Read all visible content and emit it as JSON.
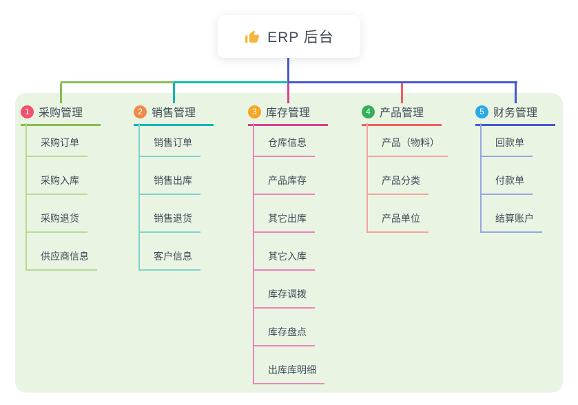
{
  "root": {
    "title": "ERP 后台",
    "icon": "thumbs-up-icon",
    "icon_color": "#f4b63f",
    "stem_color": "#4459d0"
  },
  "colors": {
    "canvas_bg": "#ffffff",
    "panel_bg": "#e9f4e3",
    "text": "#3f4b57"
  },
  "branches": [
    {
      "number": "1",
      "label": "采购管理",
      "badge_color": "#f2506e",
      "line_color": "#85bd4f",
      "child_line_color": "#b7db94",
      "children": [
        "采购订单",
        "采购入库",
        "采购退货",
        "供应商信息"
      ]
    },
    {
      "number": "2",
      "label": "销售管理",
      "badge_color": "#ef8b49",
      "line_color": "#12b7b2",
      "child_line_color": "#7fd3cb",
      "children": [
        "销售订单",
        "销售出库",
        "销售退货",
        "客户信息"
      ]
    },
    {
      "number": "3",
      "label": "库存管理",
      "badge_color": "#f5a623",
      "line_color": "#d6418f",
      "child_line_color": "#f083bb",
      "children": [
        "仓库信息",
        "产品库存",
        "其它出库",
        "其它入库",
        "库存调拨",
        "库存盘点",
        "出库库明细"
      ]
    },
    {
      "number": "4",
      "label": "产品管理",
      "badge_color": "#34b158",
      "line_color": "#f15f5f",
      "child_line_color": "#f6a3a0",
      "children": [
        "产品（物料）",
        "产品分类",
        "产品单位"
      ]
    },
    {
      "number": "5",
      "label": "财务管理",
      "badge_color": "#2ba8e8",
      "line_color": "#4459d0",
      "child_line_color": "#94a8e0",
      "children": [
        "回款单",
        "付款单",
        "结算账户"
      ]
    }
  ]
}
